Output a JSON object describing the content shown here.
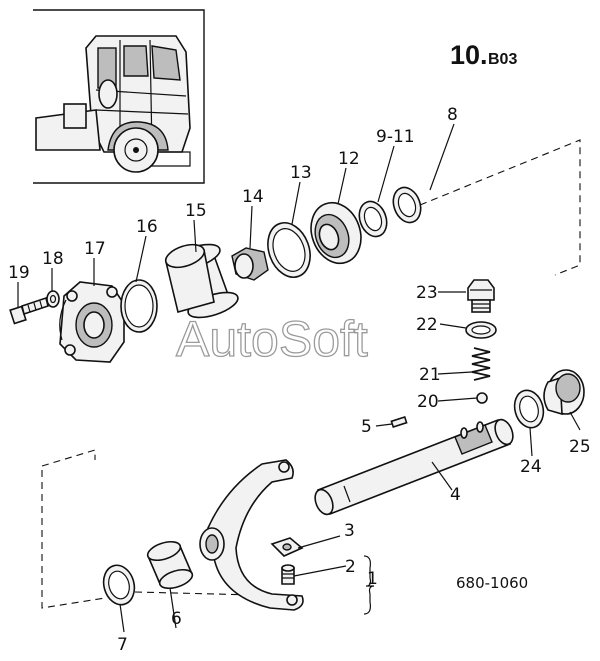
{
  "header": {
    "main": "10.",
    "suffix": "B03"
  },
  "drawing_number": "680-1060",
  "watermark": "AutoSoft",
  "group_bracket_label": "1",
  "part_labels": [
    "1",
    "2",
    "3",
    "4",
    "5",
    "6",
    "7",
    "8",
    "9-11",
    "12",
    "13",
    "14",
    "15",
    "16",
    "17",
    "18",
    "19",
    "20",
    "21",
    "22",
    "23",
    "24",
    "25"
  ],
  "icons": [
    "truck-cab-thumbnail-icon"
  ]
}
